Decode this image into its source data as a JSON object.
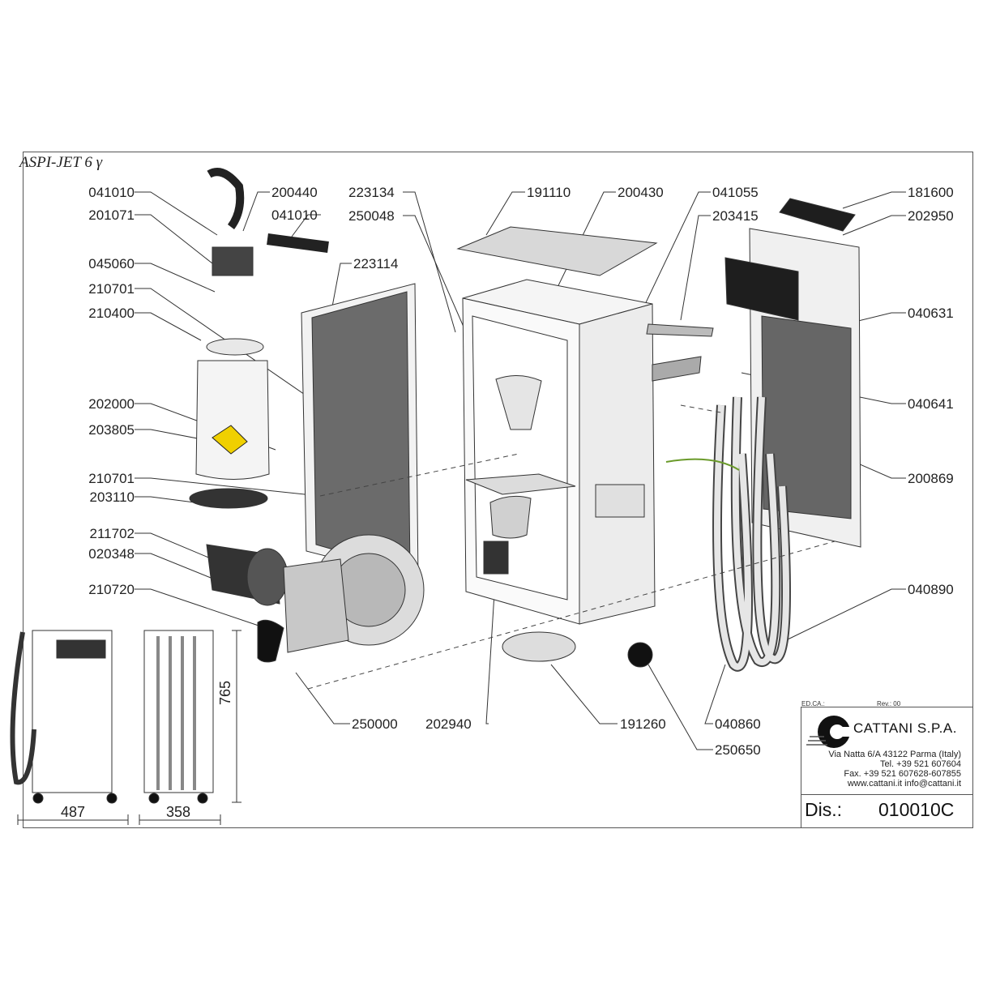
{
  "title": "ASPI-JET 6 γ",
  "parts_left": [
    {
      "id": "p-041010a",
      "code": "041010"
    },
    {
      "id": "p-201071",
      "code": "201071"
    },
    {
      "id": "p-045060",
      "code": "045060"
    },
    {
      "id": "p-210701a",
      "code": "210701"
    },
    {
      "id": "p-210400",
      "code": "210400"
    },
    {
      "id": "p-202000",
      "code": "202000"
    },
    {
      "id": "p-203805",
      "code": "203805"
    },
    {
      "id": "p-210701b",
      "code": "210701"
    },
    {
      "id": "p-203110",
      "code": "203110"
    },
    {
      "id": "p-211702",
      "code": "211702"
    },
    {
      "id": "p-020348",
      "code": "020348"
    },
    {
      "id": "p-210720",
      "code": "210720"
    }
  ],
  "parts_top": [
    {
      "id": "p-200440",
      "code": "200440"
    },
    {
      "id": "p-041010b",
      "code": "041010"
    },
    {
      "id": "p-223134",
      "code": "223134"
    },
    {
      "id": "p-250048",
      "code": "250048"
    },
    {
      "id": "p-223114",
      "code": "223114"
    },
    {
      "id": "p-191110",
      "code": "191110"
    },
    {
      "id": "p-200430",
      "code": "200430"
    },
    {
      "id": "p-041055",
      "code": "041055"
    },
    {
      "id": "p-203415",
      "code": "203415"
    },
    {
      "id": "p-181600",
      "code": "181600"
    },
    {
      "id": "p-202950",
      "code": "202950"
    }
  ],
  "parts_right": [
    {
      "id": "p-040631",
      "code": "040631"
    },
    {
      "id": "p-040641",
      "code": "040641"
    },
    {
      "id": "p-200869",
      "code": "200869"
    },
    {
      "id": "p-040890",
      "code": "040890"
    }
  ],
  "parts_bottom": [
    {
      "id": "p-250000",
      "code": "250000"
    },
    {
      "id": "p-202940",
      "code": "202940"
    },
    {
      "id": "p-191260",
      "code": "191260"
    },
    {
      "id": "p-040860",
      "code": "040860"
    },
    {
      "id": "p-250650",
      "code": "250650"
    }
  ],
  "dimensions": {
    "width_front": "487",
    "width_side": "358",
    "height": "765"
  },
  "title_block": {
    "edca": "ED.CA.:",
    "rev": "Rev.: 00",
    "company": "CATTANI S.P.A.",
    "address_lines": [
      "Via Natta 6/A 43122 Parma (Italy)",
      "Tel. +39 521 607604",
      "Fax. +39 521 607628-607855",
      "www.cattani.it info@cattani.it"
    ],
    "dis_label": "Dis.:",
    "dis_value": "010010C"
  },
  "colors": {
    "line": "#333333",
    "panel_dark": "#6b6b6b",
    "metal": "#d9d9d9",
    "ground_wire": "#6a9a2a"
  }
}
